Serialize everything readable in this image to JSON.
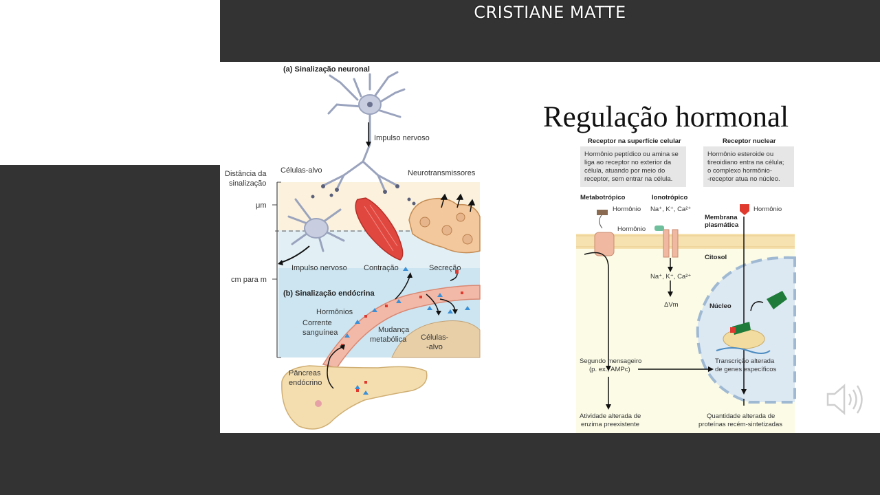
{
  "presenter": {
    "name": "CRISTIANE MATTE"
  },
  "left_figure": {
    "panel_a": "(a) Sinalização neuronal",
    "impulse_top": "Impulso nervoso",
    "distance_1": "Distância da",
    "distance_2": "sinalização",
    "um": "μm",
    "cm_para_m": "cm para m",
    "celulas_alvo": "Células-alvo",
    "neurotransmissores": "Neurotransmissores",
    "impulse_bottom": "Impulso nervoso",
    "contracao": "Contração",
    "secrecao": "Secreção",
    "panel_b": "(b) Sinalização endócrina",
    "hormonios": "Hormônios",
    "corrente_1": "Corrente",
    "corrente_2": "sanguínea",
    "mudanca_1": "Mudança",
    "mudanca_2": "metabólica",
    "celulas_alvo_b1": "Células-",
    "celulas_alvo_b2": "-alvo",
    "pancreas_1": "Pâncreas",
    "pancreas_2": "endócrino"
  },
  "right_figure": {
    "title": "Regulação hormonal",
    "col1_head": "Receptor na superfície celular",
    "col2_head": "Receptor nuclear",
    "col1_box": [
      "Hormônio peptídico ou amina se",
      "liga ao receptor no exterior da",
      "célula, atuando por meio do",
      "receptor, sem entrar na célula."
    ],
    "col2_box": [
      "Hormônio esteroide ou",
      "tireoidiano entra na célula;",
      "o complexo hormônio-",
      "-receptor atua no núcleo."
    ],
    "metabotropico": "Metabotrópico",
    "ionotropico": "Ionotrópico",
    "hormonio_1": "Hormônio",
    "hormonio_2": "Hormônio",
    "hormonio_3": "Hormônio",
    "ions_top": "Na⁺, K⁺, Ca²⁺",
    "ions_bottom": "Na⁺, K⁺, Ca²⁺",
    "delta_v": "ΔVm",
    "membrana_1": "Membrana",
    "membrana_2": "plasmática",
    "citosol": "Citosol",
    "nucleo": "Núcleo",
    "segundo_1": "Segundo mensageiro",
    "segundo_2": "(p. ex., AMPc)",
    "transcricao_1": "Transcrição alterada",
    "transcricao_2": "de genes específicos",
    "atividade_1": "Atividade alterada de",
    "atividade_2": "enzima preexistente",
    "quantidade_1": "Quantidade alterada de",
    "quantidade_2": "proteínas recém-sintetizadas"
  },
  "controls": {
    "speaker_icon": "speaker-icon"
  }
}
